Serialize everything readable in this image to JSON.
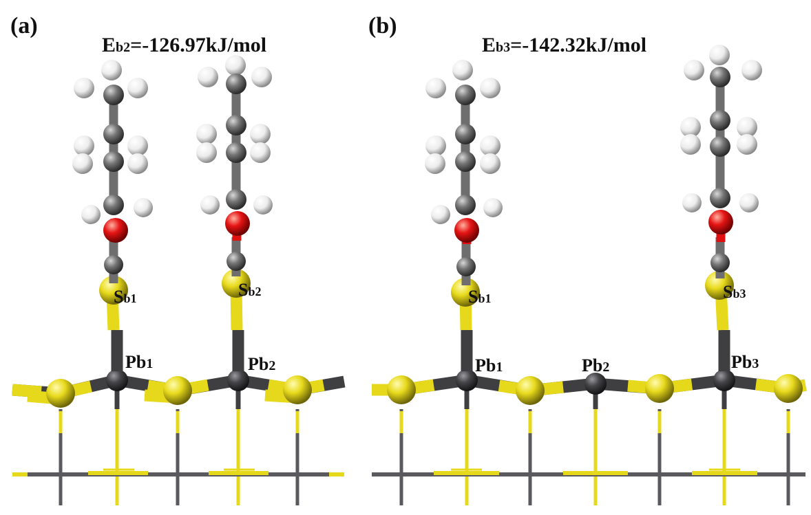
{
  "panels": [
    {
      "tag": "(a)",
      "energy": {
        "main": "E",
        "sub": "b2",
        "value": "=-126.97kJ/mol"
      },
      "labels": [
        {
          "main": "S",
          "sub": "b1"
        },
        {
          "main": "S",
          "sub": "b2"
        },
        {
          "main": "Pb",
          "sub": "1"
        },
        {
          "main": "Pb",
          "sub": "2"
        }
      ]
    },
    {
      "tag": "(b)",
      "energy": {
        "main": "E",
        "sub": "b3",
        "value": "=-142.32kJ/mol"
      },
      "labels": [
        {
          "main": "S",
          "sub": "b1"
        },
        {
          "main": "S",
          "sub": "b3"
        },
        {
          "main": "Pb",
          "sub": "1"
        },
        {
          "main": "Pb",
          "sub": "2"
        },
        {
          "main": "Pb",
          "sub": "3"
        }
      ]
    }
  ],
  "colors": {
    "sulfur": "#e6d81a",
    "lead": "#3d3d3f",
    "carbon": "#6e6e6e",
    "oxygen": "#e01010",
    "hydrogen": "#f2f2f2"
  }
}
